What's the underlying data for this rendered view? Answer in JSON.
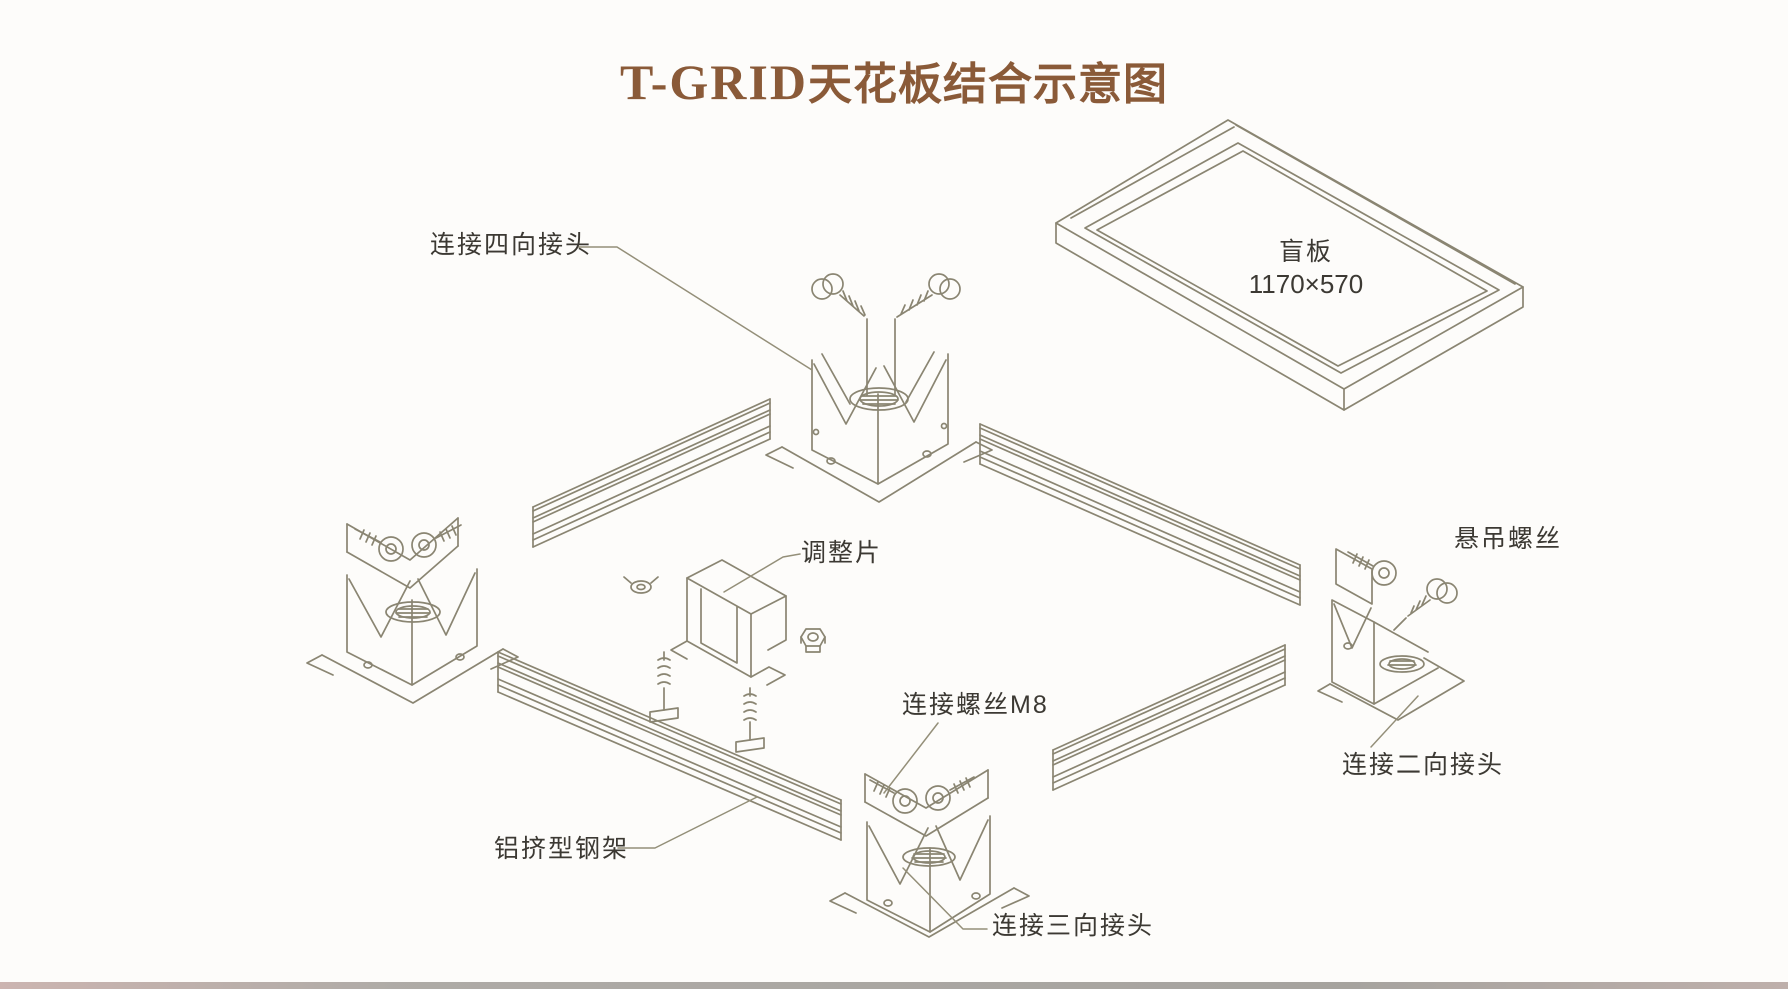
{
  "title": {
    "latin": "T-GRID",
    "cjk": "天花板结合示意图",
    "full": "T-GRID天花板结合示意图"
  },
  "labels": {
    "four_way_connector": "连接四向接头",
    "blind_panel": "盲板",
    "blind_panel_size": "1170×570",
    "adjustment_piece": "调整片",
    "suspension_screw": "悬吊螺丝",
    "connection_screw_m8": "连接螺丝M8",
    "two_way_connector": "连接二向接头",
    "aluminum_extruded_frame": "铝挤型钢架",
    "three_way_connector": "连接三向接头"
  },
  "colors": {
    "title": "#8a5a38",
    "label_text": "#3c3933",
    "line_art": "#8a8572",
    "background": "#fdfcfa"
  }
}
